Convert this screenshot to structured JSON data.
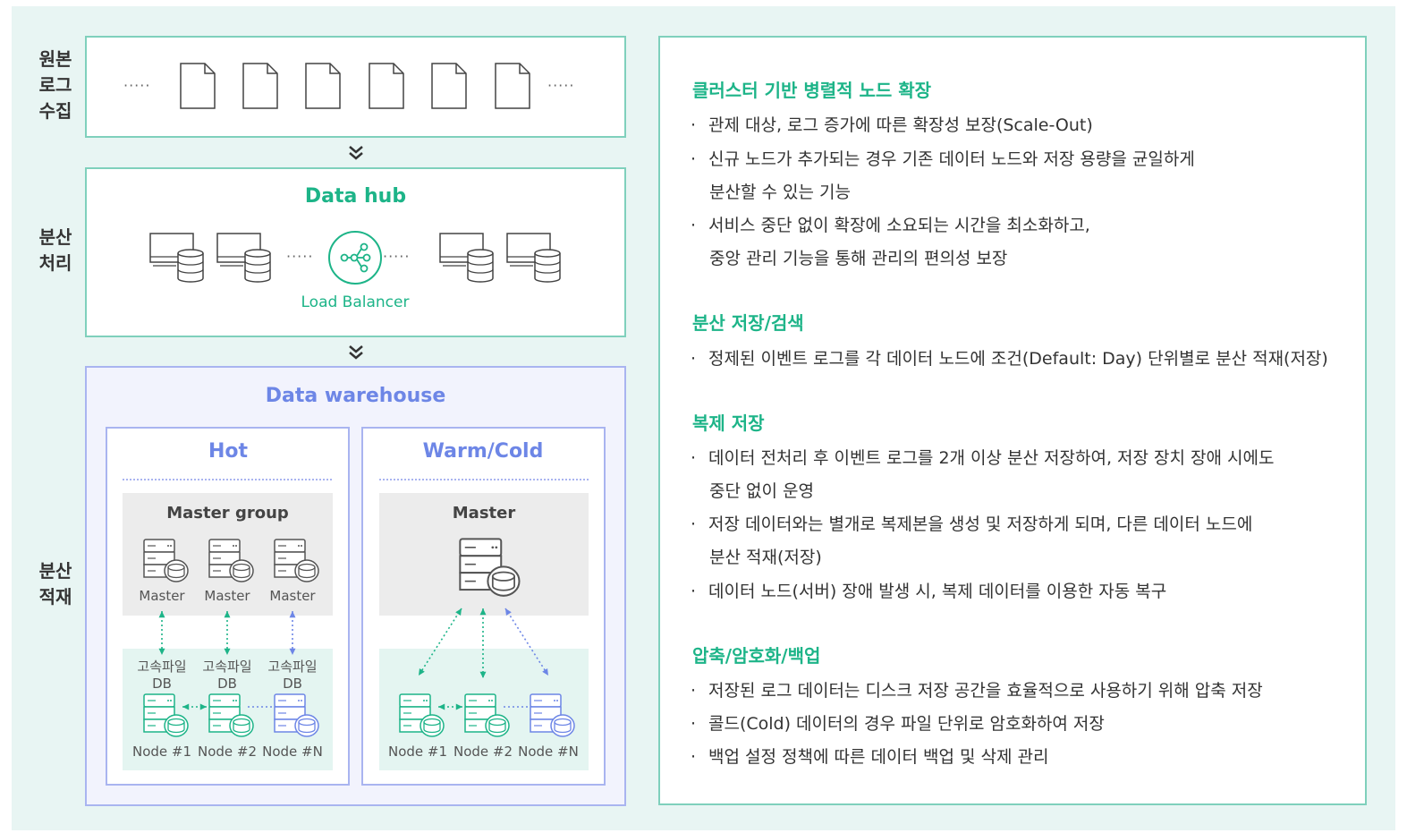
{
  "stages": {
    "collect": "원본\n로그\n수집",
    "process": "분산\n처리",
    "store": "분산\n적재"
  },
  "data_hub": {
    "title": "Data hub",
    "load_balancer": "Load Balancer"
  },
  "warehouse": {
    "title": "Data warehouse",
    "hot": {
      "title": "Hot",
      "group_title": "Master group",
      "masters": [
        "Master",
        "Master",
        "Master"
      ],
      "db_labels": [
        "고속파일\nDB",
        "고속파일\nDB",
        "고속파일\nDB"
      ],
      "nodes": [
        "Node #1",
        "Node #2",
        "Node #N"
      ]
    },
    "warm": {
      "title": "Warm/Cold",
      "group_title": "Master",
      "nodes": [
        "Node #1",
        "Node #2",
        "Node #N"
      ]
    }
  },
  "dots": "·····",
  "colors": {
    "accent_green": "#1db488",
    "accent_blue": "#6d86e6",
    "background": "#e8f5f3"
  },
  "sections": [
    {
      "title": "클러스터 기반 병렬적 노드 확장",
      "bullets": [
        [
          "관제 대상, 로그 증가에 따른 확장성 보장(Scale-Out)"
        ],
        [
          "신규 노드가 추가되는 경우 기존 데이터 노드와 저장 용량을 균일하게",
          "분산할 수 있는 기능"
        ],
        [
          "서비스 중단 없이 확장에 소요되는 시간을 최소화하고,",
          "중앙 관리 기능을 통해 관리의 편의성 보장"
        ]
      ]
    },
    {
      "title": "분산 저장/검색",
      "bullets": [
        [
          "정제된 이벤트 로그를 각 데이터 노드에 조건(Default: Day) 단위별로 분산 적재(저장)"
        ]
      ]
    },
    {
      "title": "복제 저장",
      "bullets": [
        [
          "데이터 전처리 후 이벤트 로그를 2개 이상 분산 저장하여, 저장 장치 장애 시에도",
          "중단 없이 운영"
        ],
        [
          "저장 데이터와는 별개로 복제본을 생성 및 저장하게 되며, 다른 데이터 노드에",
          "분산 적재(저장)"
        ],
        [
          "데이터 노드(서버) 장애 발생 시, 복제 데이터를 이용한 자동 복구"
        ]
      ]
    },
    {
      "title": "압축/암호화/백업",
      "bullets": [
        [
          "저장된 로그 데이터는 디스크 저장 공간을 효율적으로 사용하기 위해 압축 저장"
        ],
        [
          "콜드(Cold) 데이터의 경우 파일 단위로 암호화하여 저장"
        ],
        [
          "백업 설정 정책에 따른 데이터 백업 및 삭제 관리"
        ]
      ]
    }
  ]
}
